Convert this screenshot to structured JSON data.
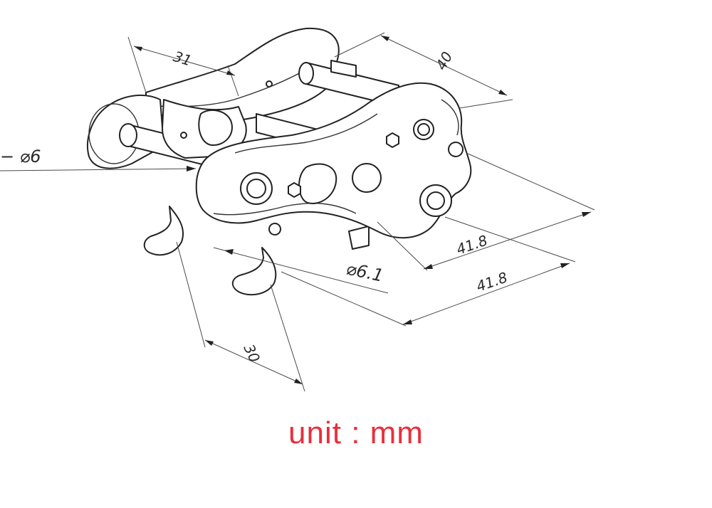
{
  "dimensions": {
    "width_top": "31",
    "length_top": "40",
    "pin_diameter": "− ⌀6",
    "hole_diameter": "⌀6.1",
    "length_upper": "41.8",
    "length_lower": "41.8",
    "width_bottom": "30"
  },
  "caption": {
    "unit": "unit : mm",
    "color": "#e8303a"
  }
}
